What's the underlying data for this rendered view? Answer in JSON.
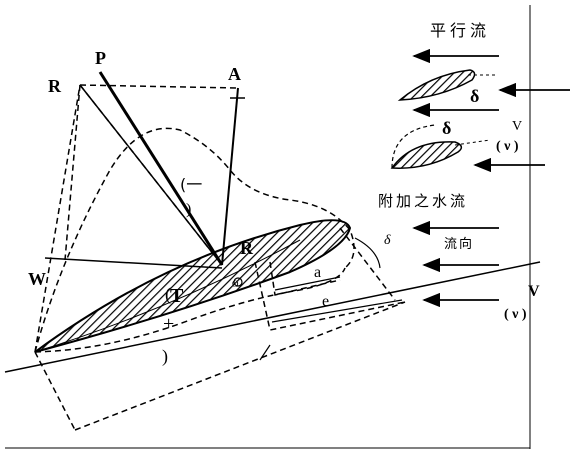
{
  "labels": {
    "P": "P",
    "R_top": "R",
    "A": "A",
    "W": "W",
    "R_mid": "R",
    "a": "a",
    "e": "e",
    "T": "T",
    "O": "O",
    "minus": "(一",
    "minus_close": ")",
    "plus_open": "(",
    "plus": "+",
    "plus_close": ")",
    "delta_upper": "δ",
    "delta_lower": "δ",
    "V_upper": "V",
    "nu_upper": "( ν )",
    "V_lower": "V",
    "nu_lower": "( ν )",
    "delta_side": "δ"
  },
  "captions": {
    "parallel_flow": "平行流",
    "added_water_flow": "附加之水流",
    "flow_direction": "流向"
  }
}
